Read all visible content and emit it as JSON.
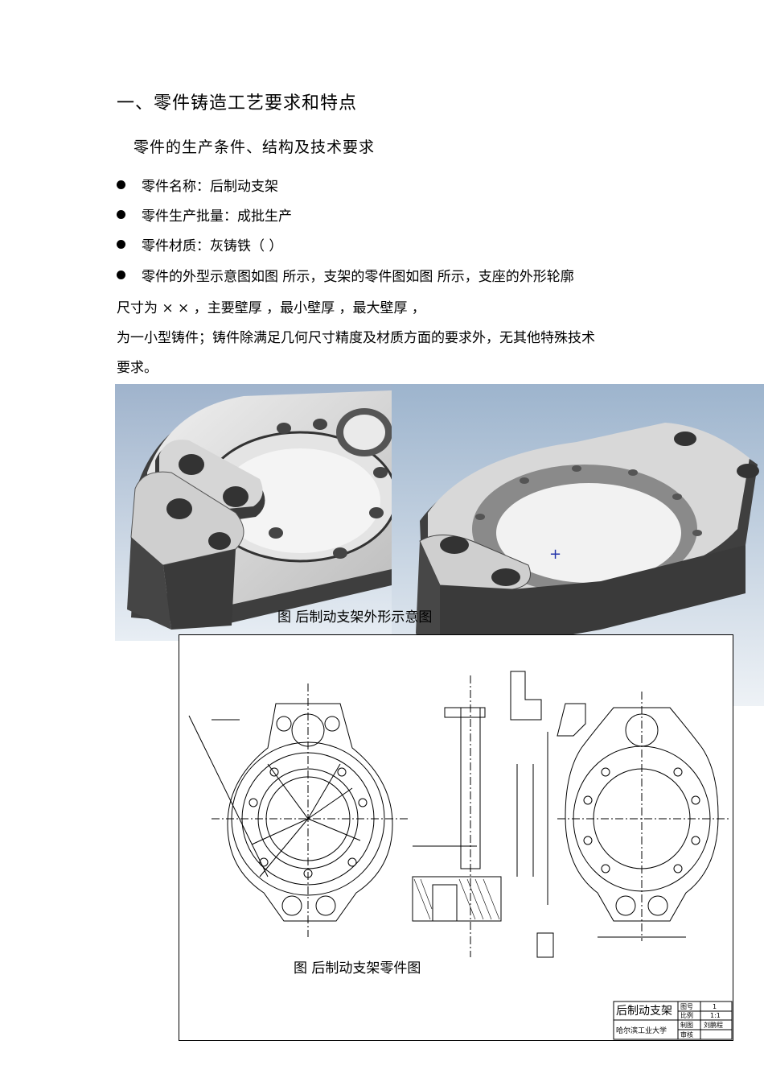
{
  "section_title": "一、零件铸造工艺要求和特点",
  "subsection_title": "零件的生产条件、结构及技术要求",
  "bullets": [
    "零件名称：后制动支架",
    "零件生产批量：成批生产",
    "零件材质：灰铸铁（          ）"
  ],
  "paragraph": {
    "line1": "零件的外型示意图如图    所示，支架的零件图如图    所示，支座的外形轮廓",
    "line2": "尺寸为            ×          ×          ，主要壁厚        ，最小壁厚        ，最大壁厚        ，",
    "line3": "为一小型铸件；铸件除满足几何尺寸精度及材质方面的要求外，无其他特殊技术",
    "line4": "要求。"
  },
  "figure1_caption": "图    后制动支架外形示意图",
  "figure2_caption": "图    后制动支架零件图",
  "title_block": {
    "part_name": "后制动支架",
    "school": "哈尔滨工业大学",
    "drawing_no_label": "图号",
    "drawing_no_value": "1",
    "scale_label": "比例",
    "scale_value": "1:1",
    "drawn_label": "制图",
    "drawn_value": "刘鹏程",
    "checked_label": "审核"
  },
  "colors": {
    "render_bg_left": "#b8c8db",
    "render_bg_right": "#9fb6cf",
    "part_face": "#cfcfcf",
    "part_side": "#4a4a4a"
  }
}
